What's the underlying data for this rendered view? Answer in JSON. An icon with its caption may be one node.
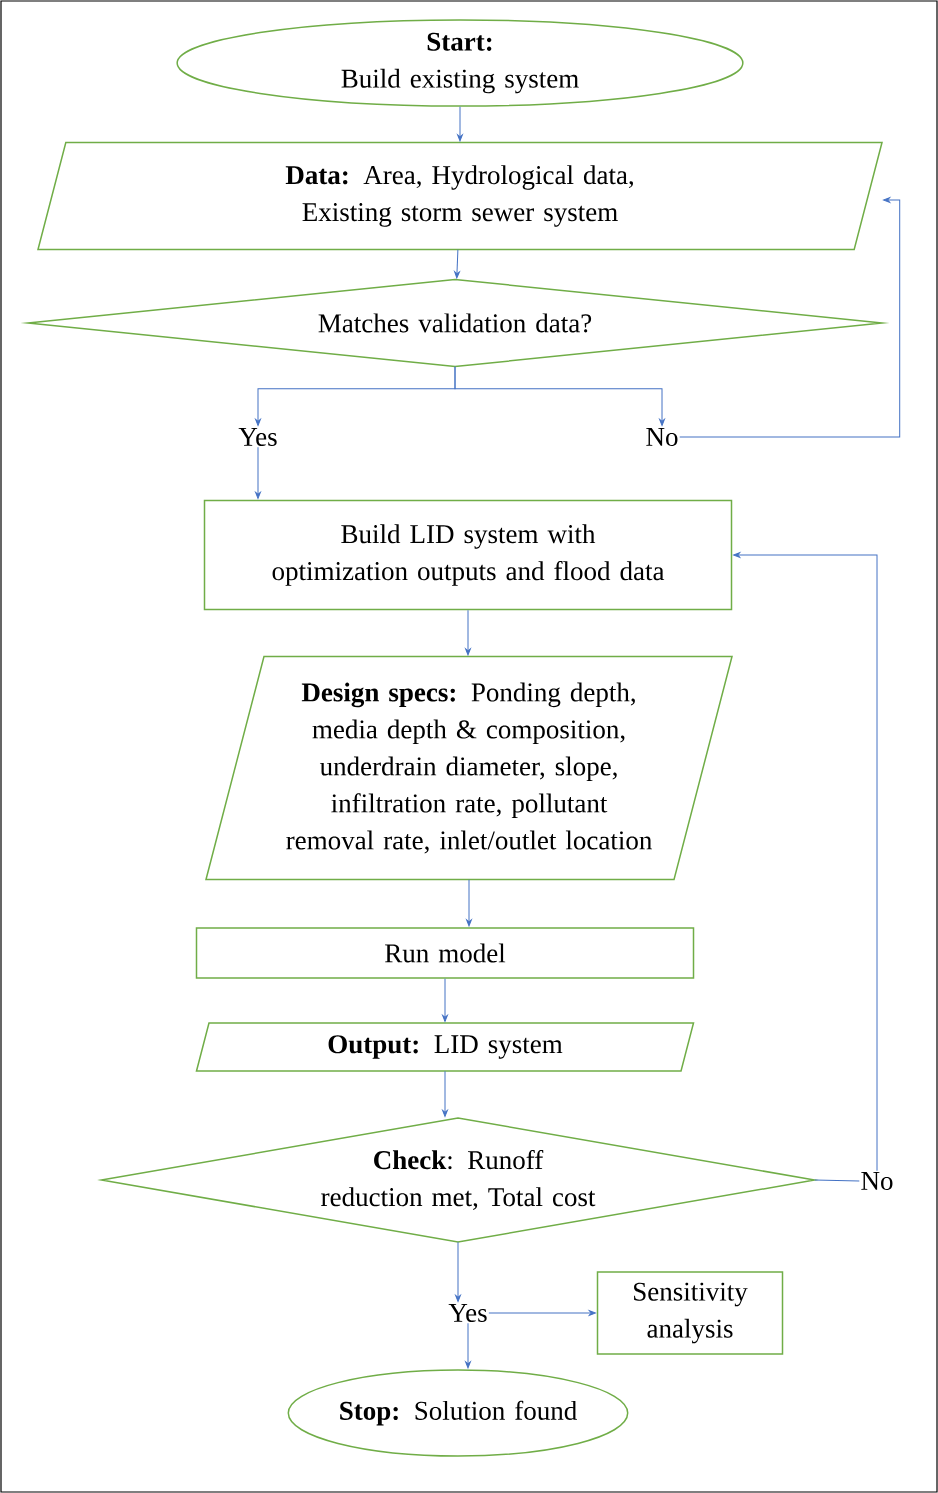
{
  "diagram": {
    "nodes": [
      {
        "text": [
          "Start:",
          "Build existing system"
        ]
      },
      {
        "text": [
          "**Data:** Area, Hydrological data, Existing storm sewer system"
        ]
      },
      {
        "text": [
          "Matches validation data?"
        ]
      },
      {
        "text": [
          "Yes"
        ]
      },
      {
        "text": [
          "No"
        ]
      },
      {
        "text": [
          "Build LID system with optimization outputs and flood data"
        ]
      },
      {
        "text": [
          "**Design specs:** Ponding depth, media depth & composition, underdrain diameter, slope, infiltration rate, pollutant removal rate, inlet/outlet location"
        ]
      },
      {
        "text": [
          "Run model"
        ]
      },
      {
        "text": [
          "**Output:** LID system"
        ]
      },
      {
        "text": [
          "**Check**: Runoff reduction met, Total cost"
        ]
      },
      {
        "text": [
          "No"
        ]
      },
      {
        "text": [
          "Yes"
        ]
      },
      {
        "text": [
          "Sensitivity analysis"
        ]
      },
      {
        "text": [
          "**Stop:** Solution found"
        ]
      }
    ],
    "edges": [
      {
        "from": 0,
        "to": 1,
        "arrow": "to"
      },
      {
        "from": 1,
        "to": 2,
        "arrow": "to"
      },
      {
        "from": 2,
        "to": 3,
        "arrow": "to"
      },
      {
        "from": 2,
        "to": 4,
        "arrow": "to"
      },
      {
        "from": 4,
        "to": 1,
        "arrow": "to"
      },
      {
        "from": 3,
        "to": 5,
        "arrow": "to"
      },
      {
        "from": 5,
        "to": 6,
        "arrow": "to"
      },
      {
        "from": 6,
        "to": 7,
        "arrow": "to"
      },
      {
        "from": 7,
        "to": 8,
        "arrow": "to"
      },
      {
        "from": 8,
        "to": 9,
        "arrow": "to"
      },
      {
        "from": 9,
        "to": 10,
        "arrow": "none"
      },
      {
        "from": 10,
        "to": 5,
        "arrow": "to"
      },
      {
        "from": 9,
        "to": 11,
        "arrow": "to"
      },
      {
        "from": 11,
        "to": 12,
        "arrow": "to"
      },
      {
        "from": 11,
        "to": 13,
        "arrow": "to"
      }
    ]
  }
}
